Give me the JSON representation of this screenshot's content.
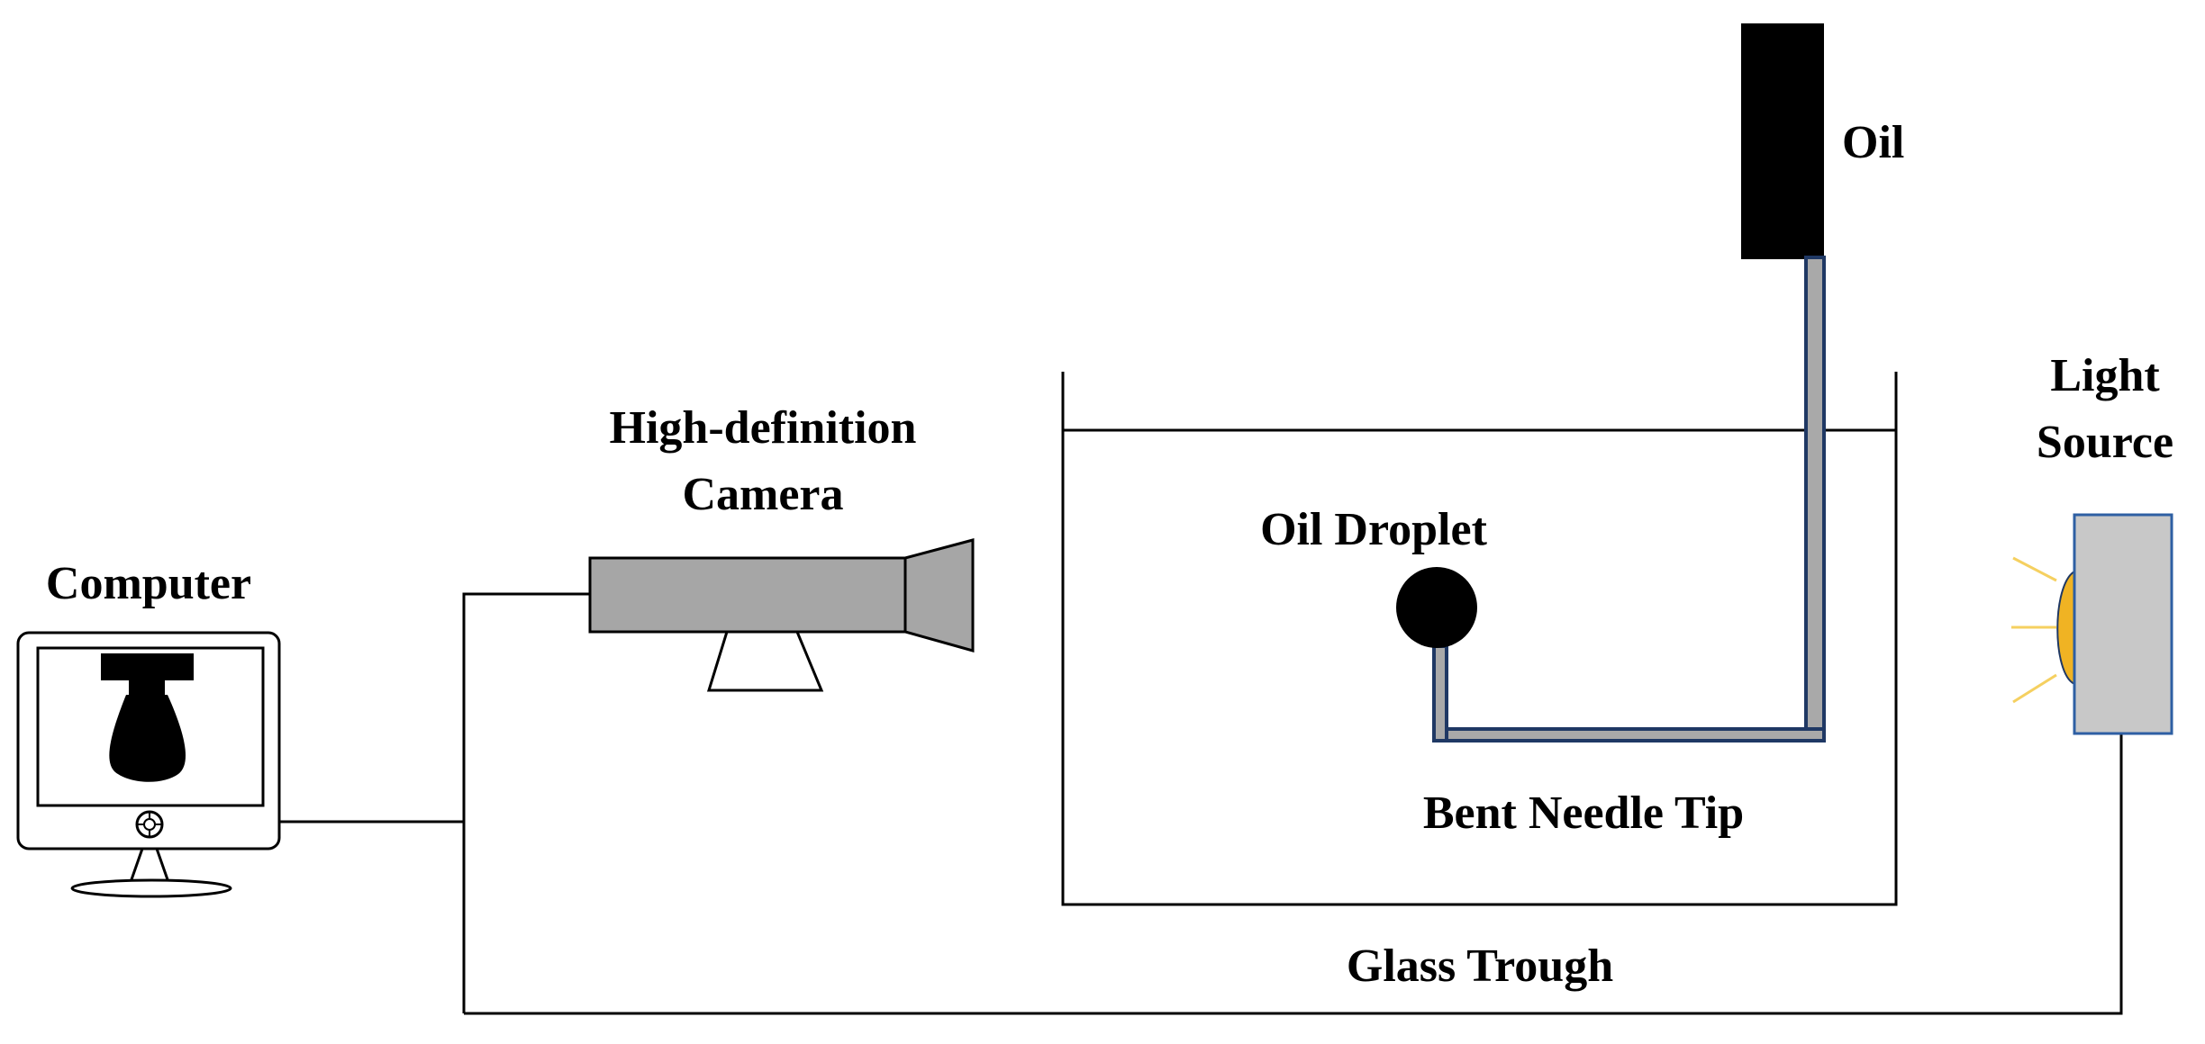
{
  "labels": {
    "oil": "Oil",
    "light_source_line1": "Light",
    "light_source_line2": "Source",
    "camera_line1": "High-definition",
    "camera_line2": "Camera",
    "computer": "Computer",
    "oil_droplet": "Oil Droplet",
    "bent_needle_tip": "Bent Needle Tip",
    "glass_trough": "Glass Trough"
  },
  "colors": {
    "line": "#000000",
    "camera_gray": "#a6a6a6",
    "light_box_fill": "#c8c8c8",
    "light_box_border": "#2e5fa3",
    "lamp_yellow": "#f0b323",
    "ray_yellow": "#f5d060",
    "needle_fill": "#a9a9a9",
    "needle_border": "#1f3864"
  }
}
